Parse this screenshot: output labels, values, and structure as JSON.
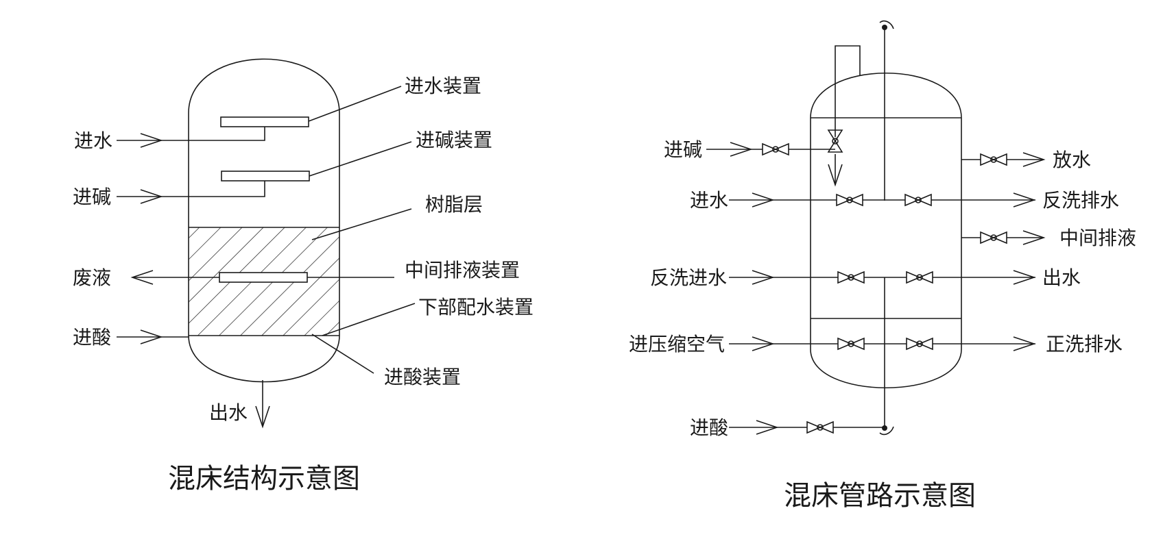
{
  "structure": {
    "caption": "混床结构示意图",
    "inlets": {
      "water": "进水",
      "alkali": "进碱",
      "waste": "废液",
      "acid": "进酸",
      "outlet": "出水"
    },
    "callouts": {
      "water_device": "进水装置",
      "alkali_device": "进碱装置",
      "resin_layer": "树脂层",
      "middle_drain_device": "中间排液装置",
      "lower_distributor": "下部配水装置",
      "acid_device": "进酸装置"
    }
  },
  "piping": {
    "caption": "混床管路示意图",
    "left": {
      "alkali": "进碱",
      "water": "进水",
      "backwash_in": "反洗进水",
      "compressed_air": "进压缩空气",
      "acid": "进酸"
    },
    "right": {
      "vent": "放水",
      "backwash_drain": "反洗排水",
      "middle_drain": "中间排液",
      "outlet": "出水",
      "rinse_drain": "正洗排水"
    }
  }
}
